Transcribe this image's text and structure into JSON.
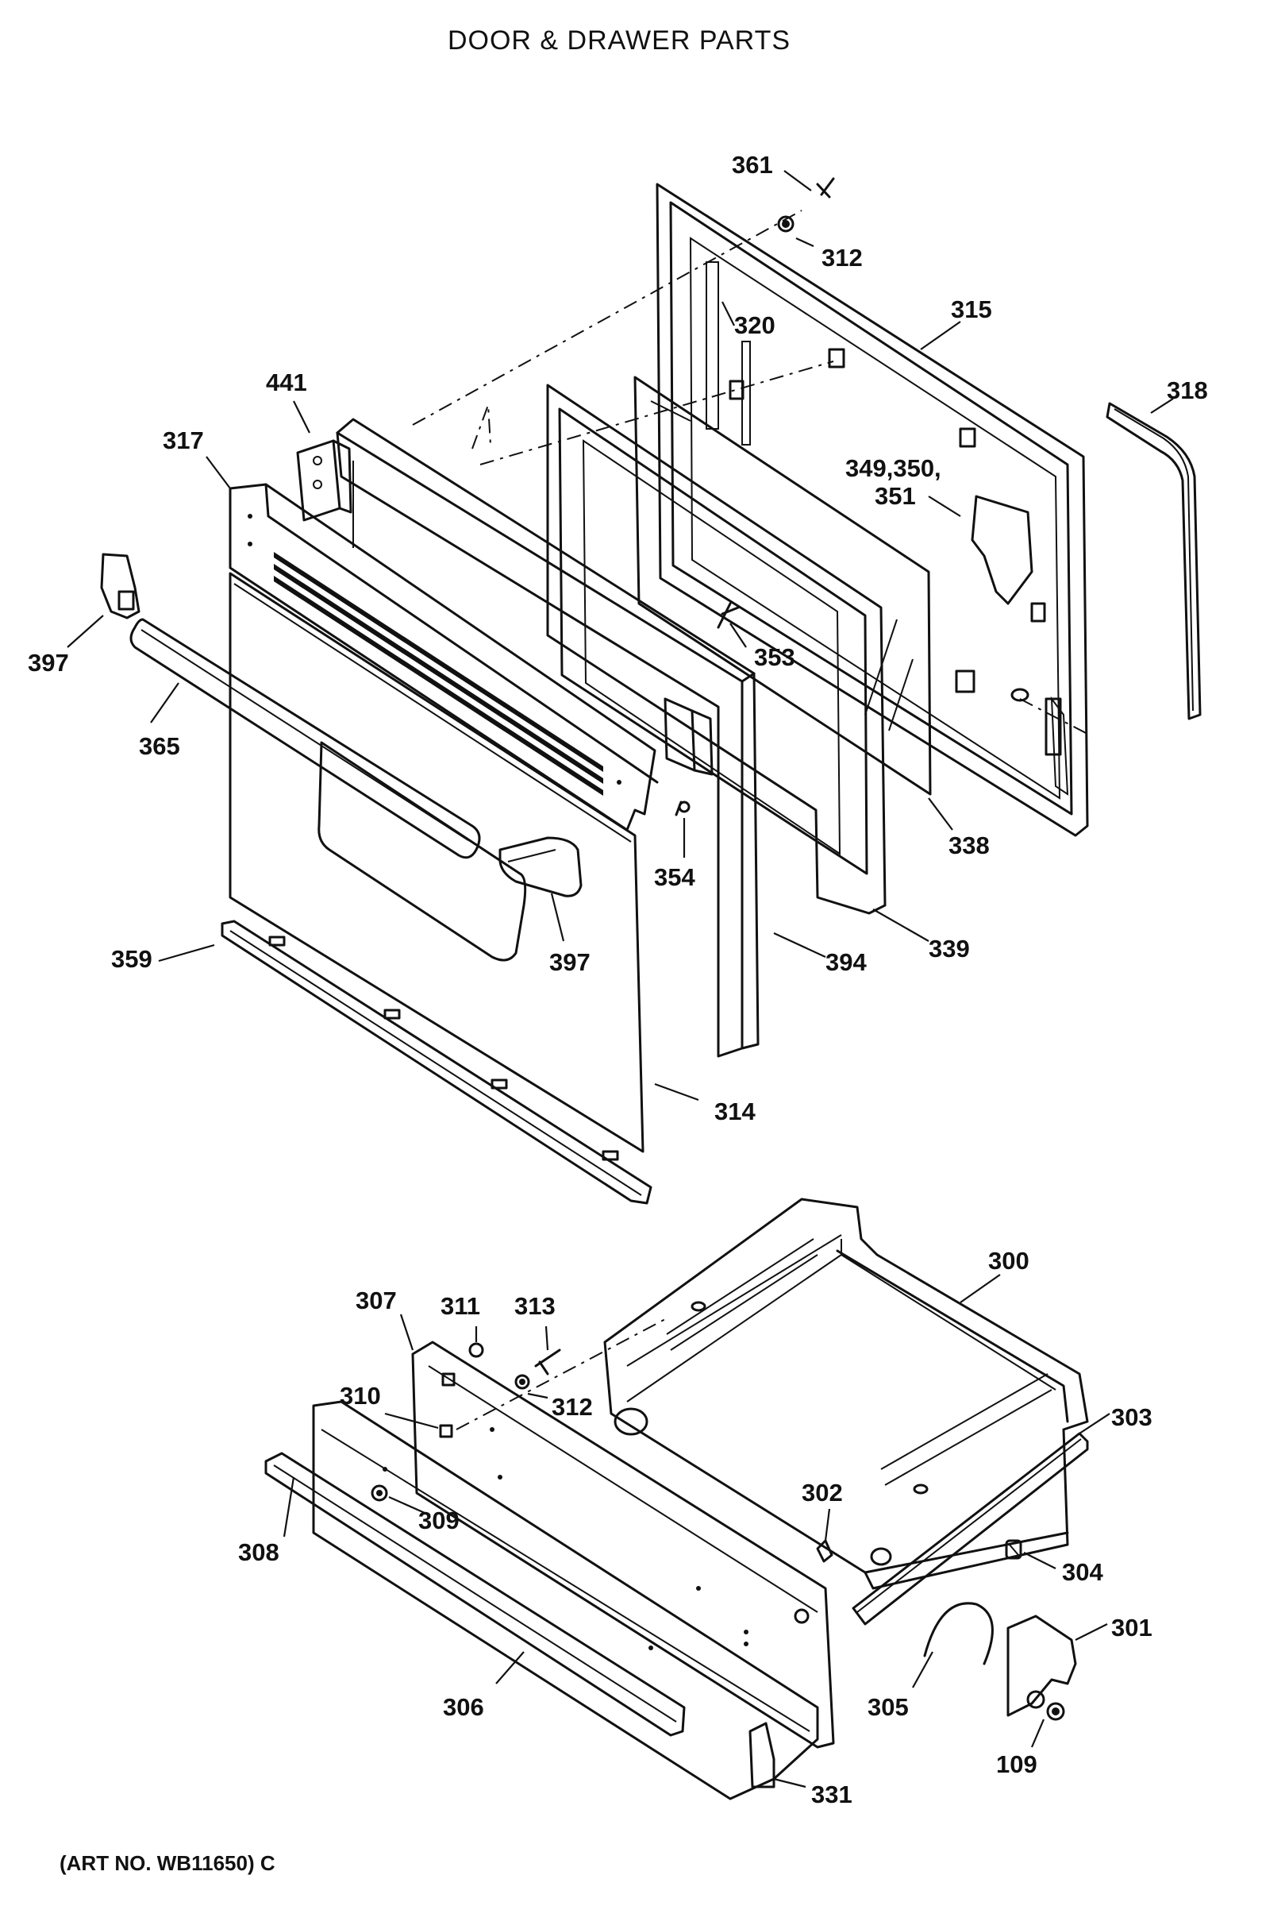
{
  "title": "DOOR & DRAWER PARTS",
  "art_number": "(ART NO. WB11650) C",
  "callouts": {
    "c361": "361",
    "c312a": "312",
    "c320": "320",
    "c315": "315",
    "c318": "318",
    "c441": "441",
    "c317": "317",
    "c349a": "349,350,",
    "c349b": "351",
    "c397a": "397",
    "c353": "353",
    "c365": "365",
    "c338": "338",
    "c354": "354",
    "c359": "359",
    "c397b": "397",
    "c394": "394",
    "c339": "339",
    "c314": "314",
    "c300": "300",
    "c307": "307",
    "c311": "311",
    "c313": "313",
    "c310": "310",
    "c312b": "312",
    "c303": "303",
    "c309": "309",
    "c302": "302",
    "c308": "308",
    "c304": "304",
    "c301": "301",
    "c305": "305",
    "c306": "306",
    "c109": "109",
    "c331": "331"
  }
}
